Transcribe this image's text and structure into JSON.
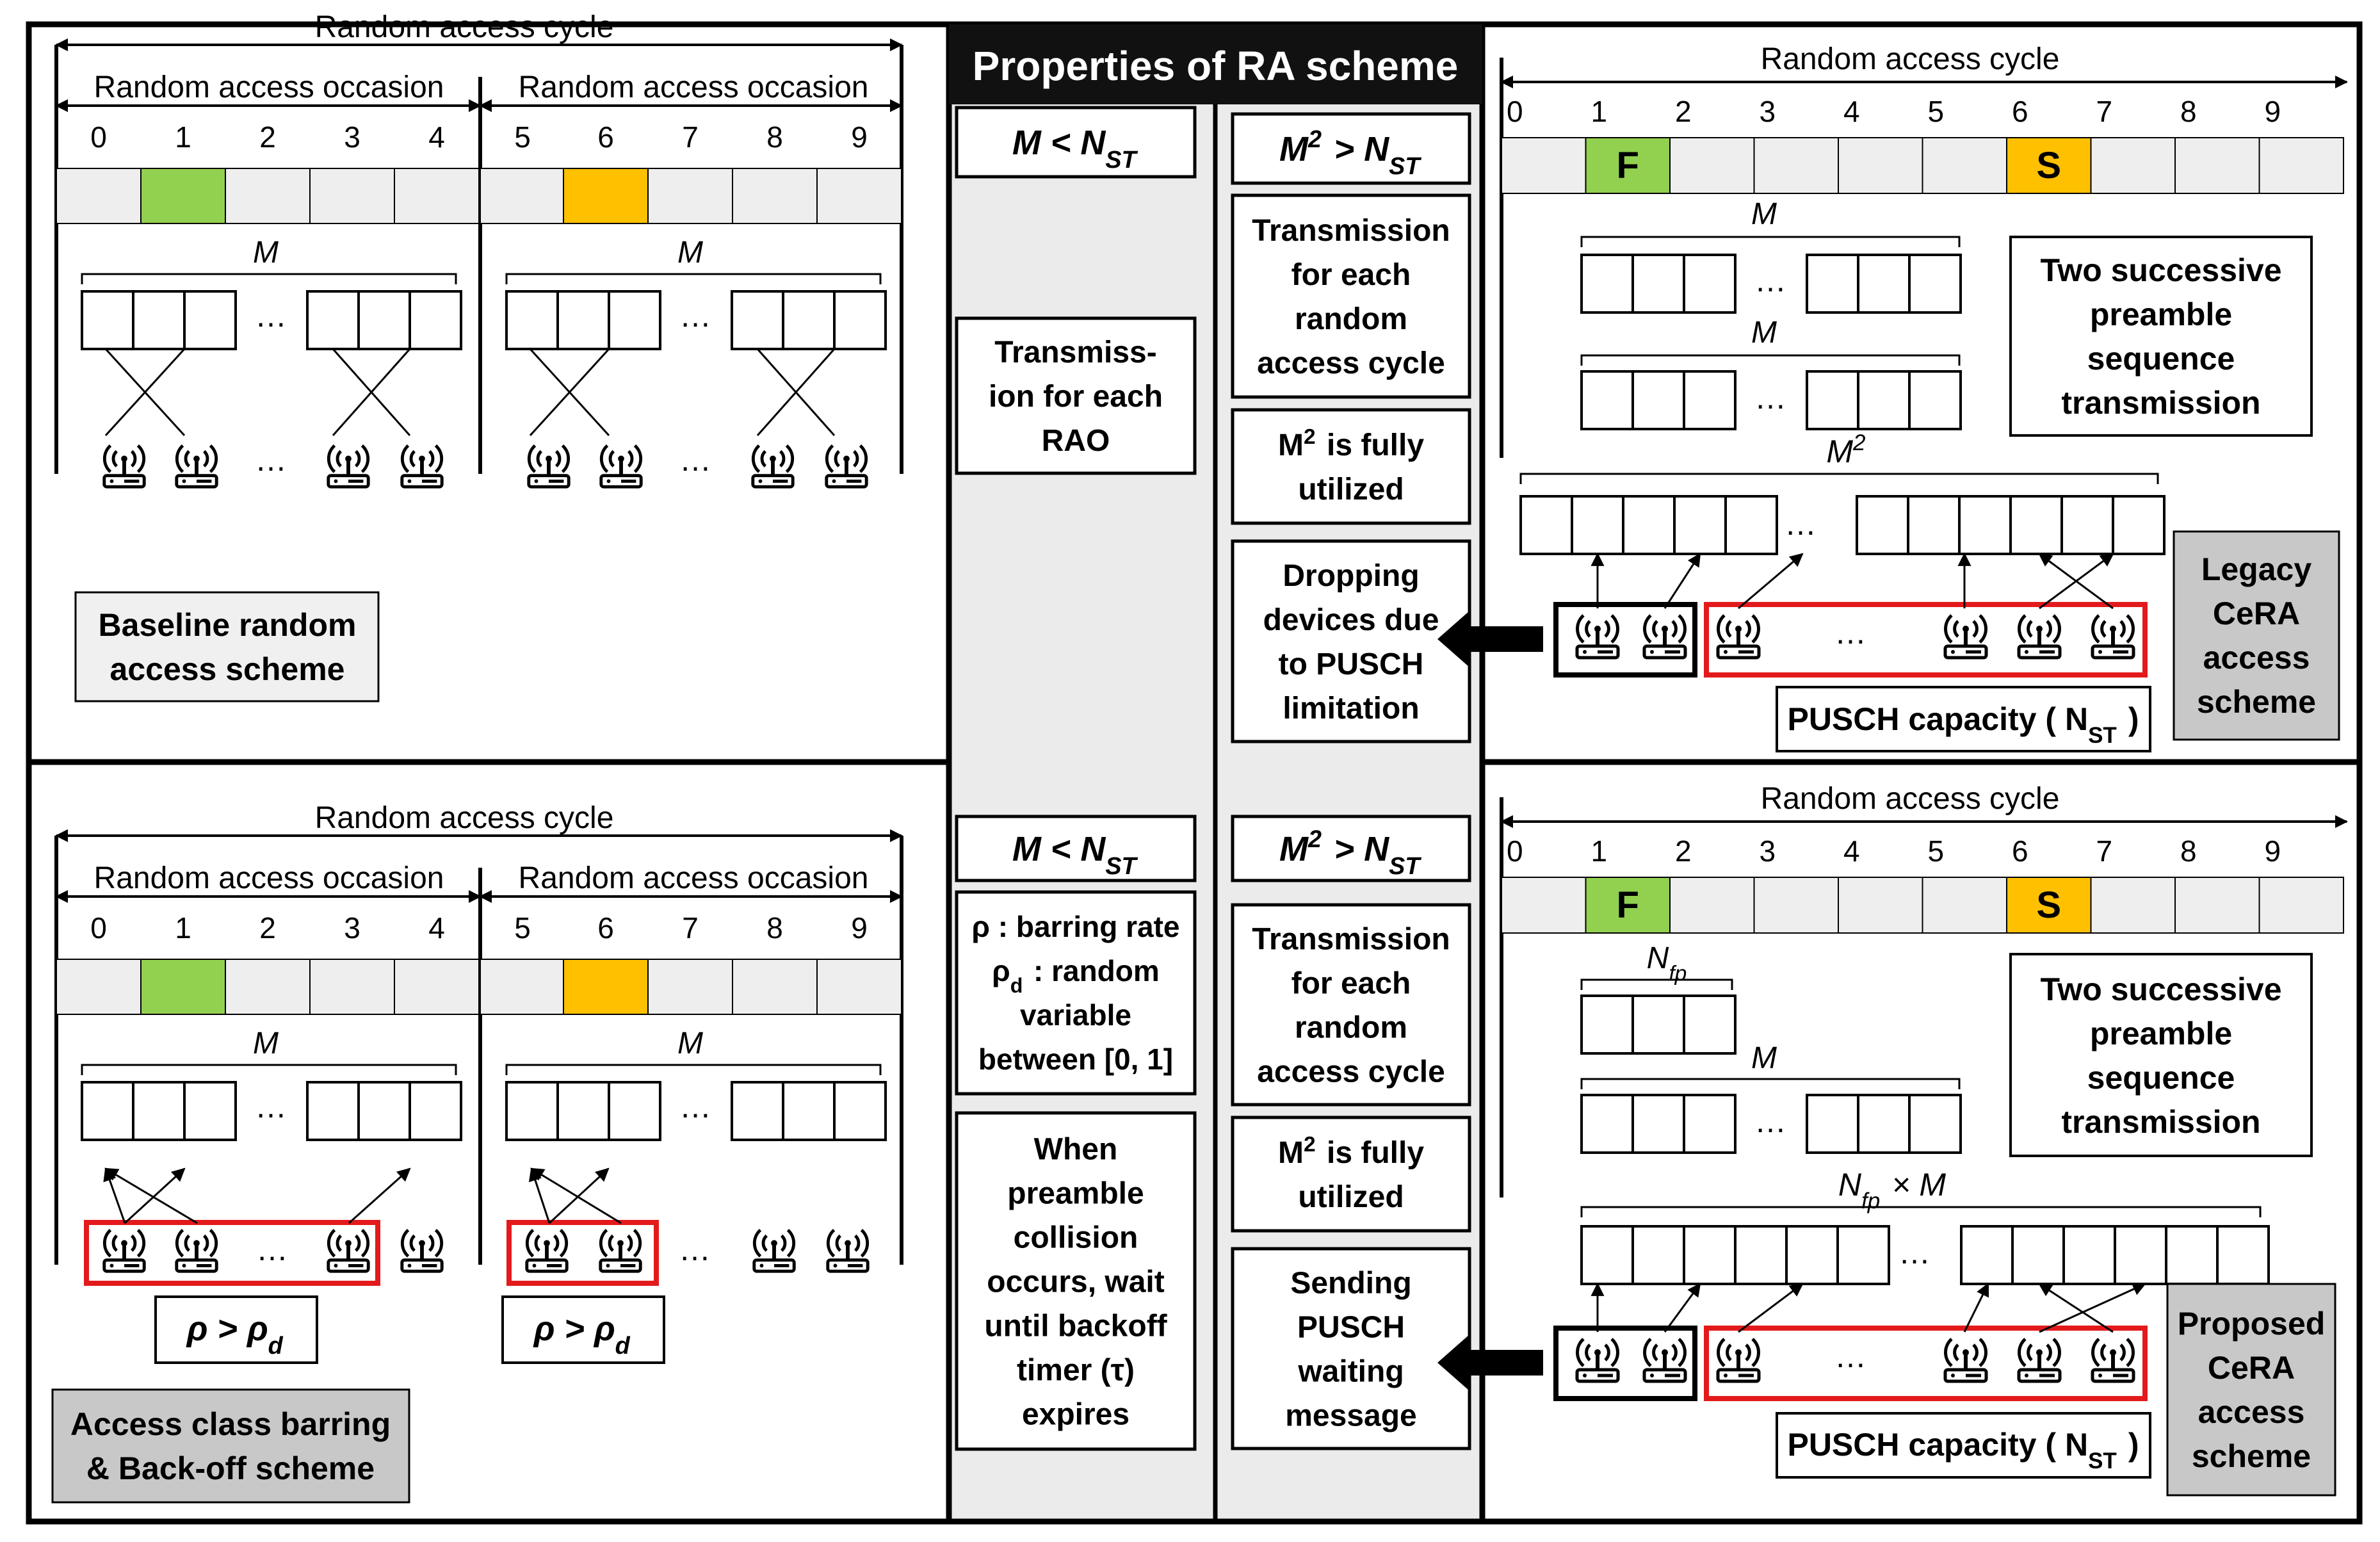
{
  "center": {
    "title": "Properties of RA scheme",
    "top": {
      "left_boxes": {
        "condition": "M < N_ST",
        "transmission": "Transmiss-|ion for each|RAO"
      },
      "right_boxes": {
        "condition": "M² > N_ST",
        "transmission": "Transmission|for each|random|access cycle",
        "utilized": "M² is fully|utilized",
        "note": "Dropping|devices due|to PUSCH|limitation"
      }
    },
    "bottom": {
      "left_boxes": {
        "condition": "M < N_ST",
        "barring": "ρ : barring rate|ρ_d : random|variable|between [0, 1]",
        "backoff": "When|preamble|collision|occurs, wait|until backoff|timer (τ)|expires"
      },
      "right_boxes": {
        "condition": "M² > N_ST",
        "transmission": "Transmission|for each|random|access cycle",
        "utilized": "M² is fully|utilized",
        "note": "Sending|PUSCH|waiting|message"
      }
    }
  },
  "panels": {
    "baseline": {
      "cycle_label": "Random access cycle",
      "occasion_label": "Random access occasion",
      "slots": [
        "0",
        "1",
        "2",
        "3",
        "4",
        "5",
        "6",
        "7",
        "8",
        "9"
      ],
      "m_label": "M",
      "ellipsis": "…",
      "name": "Baseline random|access scheme"
    },
    "acb": {
      "cycle_label": "Random access cycle",
      "occasion_label": "Random access occasion",
      "slots": [
        "0",
        "1",
        "2",
        "3",
        "4",
        "5",
        "6",
        "7",
        "8",
        "9"
      ],
      "m_label": "M",
      "ellipsis": "…",
      "barring_condition": "ρ > ρ_d",
      "name": "Access class barring|& Back-off scheme"
    },
    "legacy": {
      "cycle_label": "Random access cycle",
      "slots": [
        "0",
        "1",
        "2",
        "3",
        "4",
        "5",
        "6",
        "7",
        "8",
        "9"
      ],
      "first_label": "F",
      "second_label": "S",
      "m_label": "M",
      "m2_label": "M²",
      "ellipsis": "…",
      "two_successive": "Two successive|preamble|sequence|transmission",
      "pusch_capacity": "PUSCH capacity ( N_ST )",
      "name": "Legacy|CeRA|access|scheme"
    },
    "proposed": {
      "cycle_label": "Random access cycle",
      "slots": [
        "0",
        "1",
        "2",
        "3",
        "4",
        "5",
        "6",
        "7",
        "8",
        "9"
      ],
      "first_label": "F",
      "second_label": "S",
      "nfp_label": "N_fp",
      "m_label": "M",
      "nfpm_label": "N_fp × M",
      "ellipsis": "…",
      "two_successive": "Two successive|preamble|sequence|transmission",
      "pusch_capacity": "PUSCH capacity ( N_ST )",
      "name": "Proposed|CeRA|access|scheme"
    }
  },
  "colors": {
    "first_slot": "#92d050",
    "second_slot": "#ffc000",
    "slot_fill": "#eeeeee",
    "highlight": "#e31a1c",
    "center_bg": "#ebebeb",
    "label_box": "#f0f0f0",
    "scheme_box_dark": "#c8c8c8",
    "title_bg": "#111111"
  },
  "icons": {
    "device": "antenna-device-icon",
    "arrow": "left-arrow-icon"
  }
}
